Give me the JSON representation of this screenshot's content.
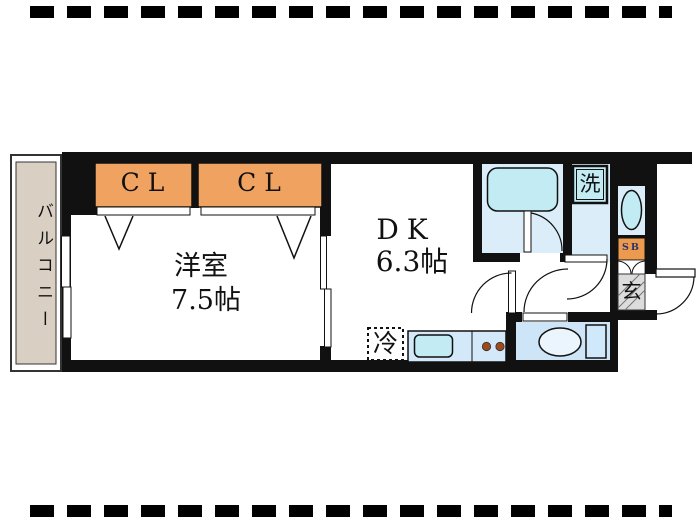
{
  "plan": {
    "balcony_label": "バルコニー",
    "closet1_label": "CL",
    "closet2_label": "CL",
    "western_room_name": "洋室",
    "western_room_size": "7.5帖",
    "dk_name": "DK",
    "dk_size": "6.3帖",
    "washer_label": "洗",
    "shoebox_label": "SB",
    "entrance_label": "玄",
    "fridge_label": "冷"
  },
  "colors": {
    "wall": "#111111",
    "balcony": "#d9cfc3",
    "closet": "#f0a360",
    "sb_orange": "#ec9a4e",
    "room_blue": "#dbedf8",
    "fixture_cyan": "#c2ebf3",
    "toilet_blue": "#cde5f7",
    "tank_blue": "#cfe8fa",
    "bowl_white": "#eaf5fd",
    "counter_blue": "#d3e8f8",
    "burner": "#9c4a1e",
    "genkan_gray": "#dcdcdc",
    "sb_text": "#27356b"
  }
}
